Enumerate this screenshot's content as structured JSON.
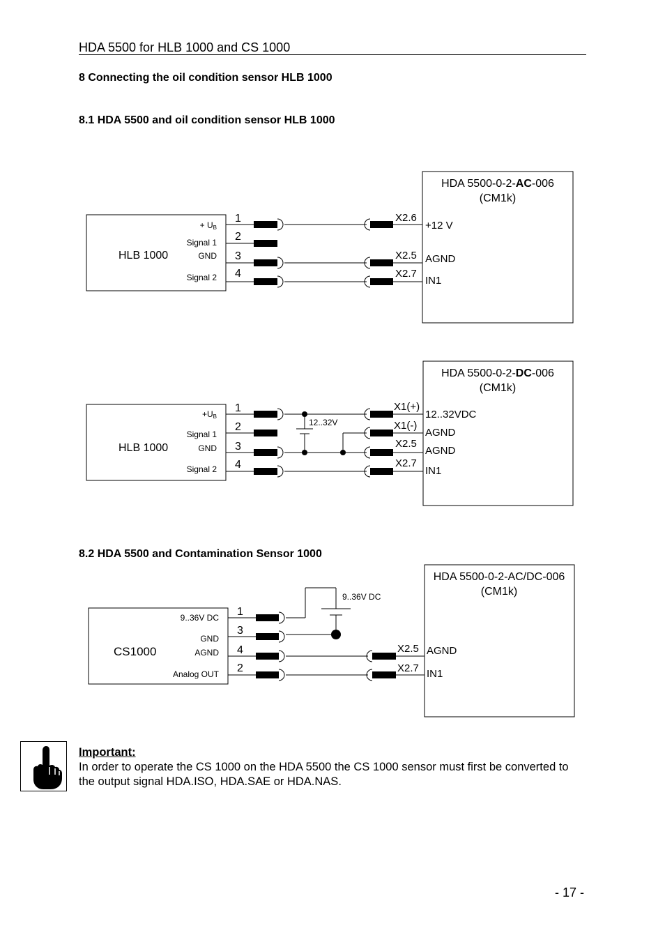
{
  "header": {
    "title": "HDA 5500 for HLB 1000 and CS 1000"
  },
  "section8": {
    "title": "8 Connecting the oil condition sensor HLB 1000"
  },
  "section81": {
    "title": "8.1 HDA 5500 and oil condition sensor HLB 1000"
  },
  "section82": {
    "title": "8.2 HDA 5500 and Contamination Sensor 1000"
  },
  "diagram1": {
    "device_title_pre": "HDA 5500-0-2-",
    "device_title_bold": "AC",
    "device_title_post": "-006",
    "device_sub": "(CM1k)",
    "sensor": "HLB 1000",
    "sensor_pins": [
      "+ U",
      "Signal 1",
      "GND",
      "Signal 2"
    ],
    "sensor_pin_sub": "B",
    "pin_numbers": [
      "1",
      "2",
      "3",
      "4"
    ],
    "terminals": [
      "X2.6",
      "X2.5",
      "X2.7"
    ],
    "device_pins": [
      "+12 V",
      "AGND",
      "IN1"
    ]
  },
  "diagram2": {
    "device_title_pre": "HDA 5500-0-2-",
    "device_title_bold": "DC",
    "device_title_post": "-006",
    "device_sub": "(CM1k)",
    "sensor": "HLB 1000",
    "sensor_pins": [
      "+U",
      "Signal 1",
      "GND",
      "Signal 2"
    ],
    "sensor_pin_sub": "B",
    "pin_numbers": [
      "1",
      "2",
      "3",
      "4"
    ],
    "supply": "12..32V",
    "terminals": [
      "X1(+)",
      "X1(-)",
      "X2.5",
      "X2.7"
    ],
    "device_pins": [
      "12..32VDC",
      "AGND",
      "AGND",
      "IN1"
    ]
  },
  "diagram3": {
    "device_title": "HDA 5500-0-2-AC/DC-006",
    "device_sub": "(CM1k)",
    "sensor": "CS1000",
    "sensor_pins": [
      "9..36V DC",
      "GND",
      "AGND",
      "Analog OUT"
    ],
    "pin_numbers": [
      "1",
      "3",
      "4",
      "2"
    ],
    "supply": "9..36V DC",
    "terminals": [
      "X2.5",
      "X2.7"
    ],
    "device_pins": [
      "AGND",
      "IN1"
    ]
  },
  "note": {
    "title": "Important:",
    "text": "In order to operate the CS 1000 on the HDA 5500 the CS 1000 sensor must first be converted to the output signal HDA.ISO, HDA.SAE or HDA.NAS."
  },
  "page_number": "- 17 -"
}
